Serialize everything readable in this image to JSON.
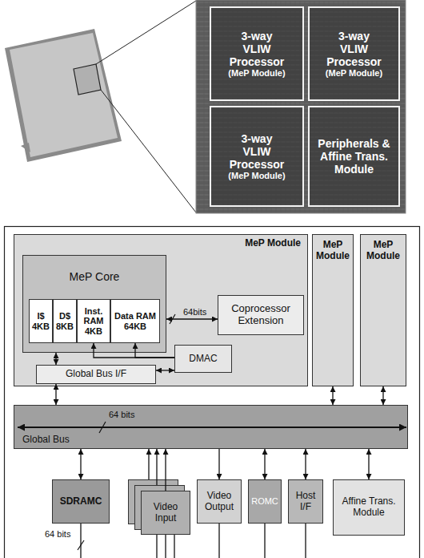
{
  "diagram": {
    "nodes": [
      {
        "text": [
          "3-way VLIW Processor",
          "(MeP Module)"
        ]
      },
      {
        "text": [
          "3-way VLIW Processor",
          "(MeP Module)"
        ]
      },
      {
        "text": [
          "3-way VLIW Processor",
          "(MeP Module)"
        ]
      },
      {
        "text": [
          "Peripherals & Affine Trans. Module"
        ]
      },
      {
        "text": [
          "MeP Module"
        ]
      },
      {
        "text": [
          "MeP Core"
        ],
        "in": 4
      },
      {
        "text": [
          "I$ 4KB"
        ],
        "in": 5
      },
      {
        "text": [
          "D$ 8KB"
        ],
        "in": 5
      },
      {
        "text": [
          "Inst. RAM 4KB"
        ],
        "in": 5
      },
      {
        "text": [
          "Data RAM 64KB"
        ],
        "in": 5
      },
      {
        "text": [
          "Coprocessor Extension"
        ],
        "in": 4
      },
      {
        "text": [
          "Global Bus I/F"
        ],
        "in": 4
      },
      {
        "text": [
          "DMAC"
        ],
        "in": 4
      },
      {
        "text": [
          "MeP Module"
        ]
      },
      {
        "text": [
          "MeP Module"
        ]
      },
      {
        "text": [
          "Global Bus"
        ]
      },
      {
        "text": [
          "SDRAMC"
        ]
      },
      {
        "text": [
          "Video Input"
        ]
      },
      {
        "text": [
          "Video Output"
        ]
      },
      {
        "text": [
          "ROMC"
        ]
      },
      {
        "text": [
          "Host I/F"
        ]
      },
      {
        "text": [
          "Affine Trans. Module"
        ]
      }
    ],
    "edges": [
      {
        "from": 5,
        "to": 10,
        "arrow": "both",
        "label": "64bits"
      },
      {
        "from": 5,
        "to": 11,
        "arrow": "both"
      },
      {
        "from": 11,
        "to": 12,
        "arrow": "both"
      },
      {
        "from": 12,
        "to": 8,
        "arrow": "to"
      },
      {
        "from": 12,
        "to": 9,
        "arrow": "to"
      },
      {
        "from": 11,
        "to": 15,
        "arrow": "both"
      },
      {
        "from": 13,
        "to": 15,
        "arrow": "both"
      },
      {
        "from": 14,
        "to": 15,
        "arrow": "both"
      },
      {
        "from": 16,
        "to": 15,
        "arrow": "both"
      },
      {
        "from": 17,
        "to": 15,
        "arrow": "to"
      },
      {
        "from": 15,
        "to": 18,
        "arrow": "to"
      },
      {
        "from": 19,
        "to": 15,
        "arrow": "both"
      },
      {
        "from": 20,
        "to": 15,
        "arrow": "both"
      },
      {
        "from": 21,
        "to": 15,
        "arrow": "both"
      }
    ],
    "labels": [
      "64 bits",
      "64 bits"
    ]
  }
}
